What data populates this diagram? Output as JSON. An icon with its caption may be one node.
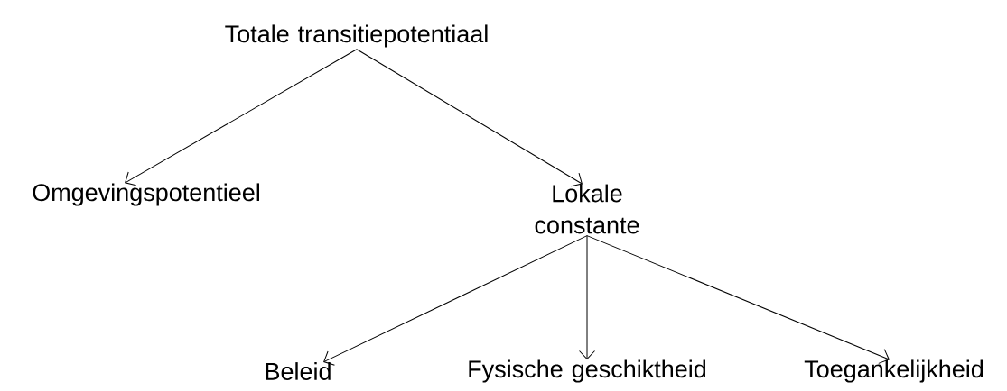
{
  "diagram": {
    "nodes": [
      {
        "text": [
          "Totale transitiepotentiaal"
        ]
      },
      {
        "text": [
          "Omgevingspotentieel"
        ]
      },
      {
        "text": [
          "Lokale constante"
        ]
      },
      {
        "text": [
          "Beleid"
        ]
      },
      {
        "text": [
          "Fysische geschiktheid"
        ]
      },
      {
        "text": [
          "Toegankelijkheid"
        ]
      }
    ],
    "edges": [
      {
        "from": 0,
        "to": 1,
        "arrow": "to"
      },
      {
        "from": 0,
        "to": 2,
        "arrow": "to"
      },
      {
        "from": 2,
        "to": 3,
        "arrow": "to"
      },
      {
        "from": 2,
        "to": 4,
        "arrow": "to"
      },
      {
        "from": 2,
        "to": 5,
        "arrow": "to"
      }
    ]
  }
}
